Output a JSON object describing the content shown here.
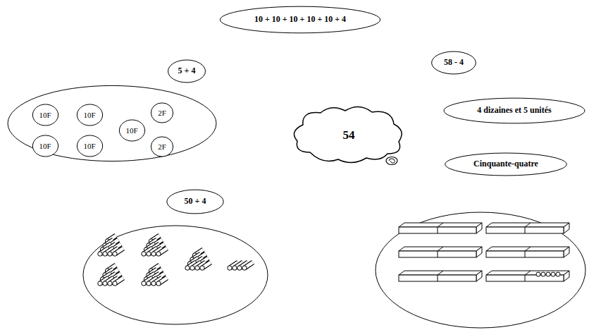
{
  "diagram": {
    "nodes": [
      {
        "text": [
          "10 + 10 + 10 + 10 + 10 + 4"
        ]
      },
      {
        "text": [
          "5 + 4"
        ]
      },
      {
        "text": [
          "58 - 4"
        ]
      },
      {
        "text": []
      },
      {
        "text": [
          "10F"
        ],
        "in": 3
      },
      {
        "text": [
          "10F"
        ],
        "in": 3
      },
      {
        "text": [
          "2F"
        ],
        "in": 3
      },
      {
        "text": [
          "10F"
        ],
        "in": 3
      },
      {
        "text": [
          "10F"
        ],
        "in": 3
      },
      {
        "text": [
          "10F"
        ],
        "in": 3
      },
      {
        "text": [
          "2F"
        ],
        "in": 3
      },
      {
        "text": [
          "54"
        ]
      },
      {
        "text": [
          "4 dizaines et 5 unités"
        ]
      },
      {
        "text": [
          "Cinquante-quatre"
        ]
      },
      {
        "text": [
          "50 + 4"
        ]
      }
    ]
  }
}
